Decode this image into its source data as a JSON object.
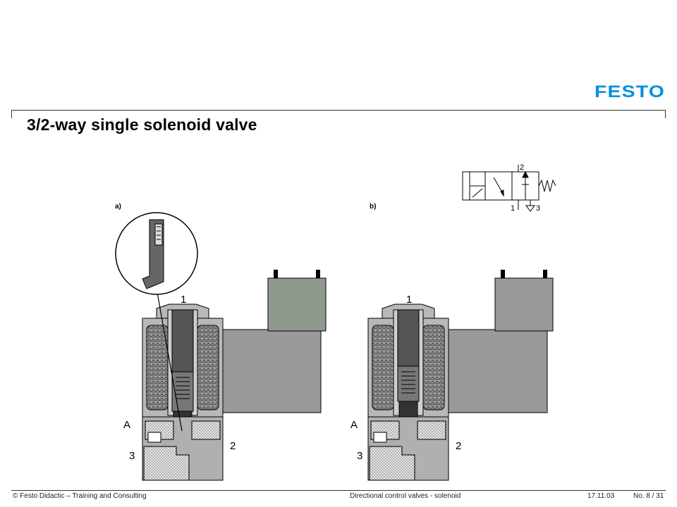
{
  "header": {
    "logo_text": "FESTO",
    "title": "3/2-way single solenoid valve"
  },
  "figure": {
    "label_a": "a)",
    "label_b": "b)",
    "port_1": "1",
    "port_2": "2",
    "port_3": "3",
    "port_a": "A",
    "symbol_port_1": "1",
    "symbol_port_2": "2",
    "symbol_port_3": "3"
  },
  "colors": {
    "body_grey": "#b8b8b8",
    "coil_grey": "#9a9a9a",
    "core_dark": "#555555",
    "outline": "#000000"
  },
  "footer": {
    "copyright": "© Festo Didactic – Training and Consulting",
    "topic": "Directional control valves - solenoid",
    "date": "17.11.03",
    "page": "No. 8 / 31"
  }
}
